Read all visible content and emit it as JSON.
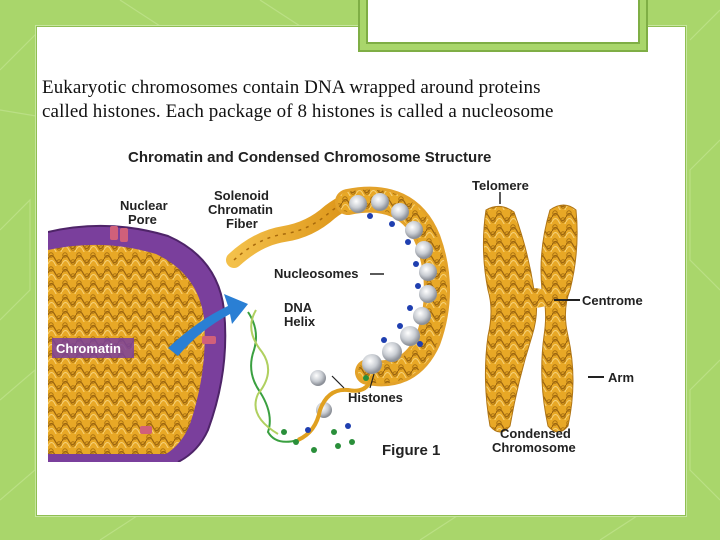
{
  "slide": {
    "body_line1": "Eukaryotic chromosomes contain DNA wrapped around proteins",
    "body_line2": "called histones. Each package of 8 histones is called a nucleosome"
  },
  "diagram": {
    "title": "Chromatin and Condensed Chromosome Structure",
    "labels": {
      "nuclear_pore_1": "Nuclear",
      "nuclear_pore_2": "Pore",
      "chromatin": "Chromatin",
      "solenoid_1": "Solenoid",
      "solenoid_2": "Chromatin",
      "solenoid_3": "Fiber",
      "nucleosomes": "Nucleosomes",
      "dna_1": "DNA",
      "dna_2": "Helix",
      "histones": "Histones",
      "telomere": "Telomere",
      "centromere": "Centrome",
      "arm": "Arm",
      "condensed_1": "Condensed",
      "condensed_2": "Chromosome",
      "figure": "Figure 1"
    },
    "colors": {
      "nucleus_purple": "#7a3f9c",
      "chromatin_gold": "#e0a020",
      "histone_silver": "#c8ccd2",
      "arrow_blue": "#2a7fd4",
      "dna_green": "#3aa040"
    }
  }
}
